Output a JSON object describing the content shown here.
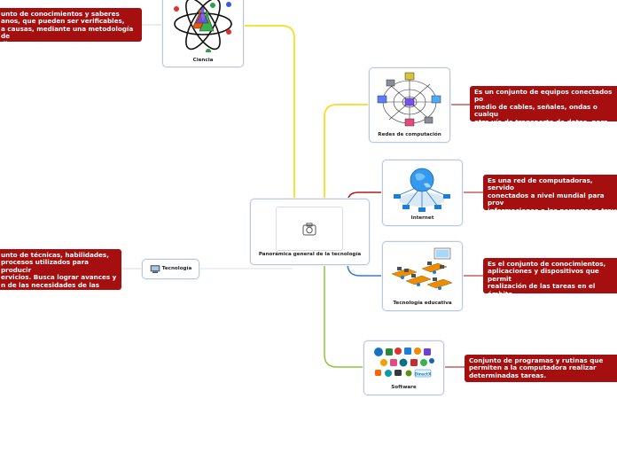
{
  "map": {
    "central": {
      "title": "Panorámica general de la tecnología",
      "icon": "camera-icon"
    },
    "nodes": {
      "ciencia": {
        "label": "Ciencia",
        "icon": "atom-flask-icon"
      },
      "tecnologia": {
        "label": "Tecnología",
        "icon": "computer-icon"
      },
      "redes": {
        "label": "Redes de computación",
        "icon": "network-icon"
      },
      "internet": {
        "label": "Internet",
        "icon": "globe-network-icon"
      },
      "tecno_edu": {
        "label": "Tecnología educativa",
        "icon": "classroom-icon"
      },
      "software": {
        "label": "Software",
        "icon": "app-icons-icon"
      }
    },
    "notes": {
      "ciencia": "unto de conocimientos y saberes\nanos, que pueden ser verificables,\na causas, mediante una metodología de\ndio.",
      "tecnologia": "unto de técnicas, habilidades,\nprocesos utilizados para producir\nervicios. Busca lograr avances y\nn de las necesidades de las",
      "redes": "Es un conjunto de equipos conectados po\nmedio de cables, señales, ondas o cualqu\notra vía  de transporte de datos, para\ncompartir una información.",
      "internet": "Es una red de computadoras, servido\nconectados a nivel mundial para prov\ninformaciones a las personas a travé\nredes.",
      "tecno_edu": "Es el conjunto de conocimientos,\naplicaciones y dispositivos que permit\nrealización de las tareas en el ámbito\neducación.",
      "software": "Conjunto de programas y rutinas que\npermiten a la computadora realizar\ndeterminadas tareas."
    },
    "colors": {
      "note_bg": "#a50f0f",
      "branch_ciencia": "#f2e23a",
      "branch_redes": "#f2e23a",
      "branch_internet": "#b01c1c",
      "branch_tecno_edu": "#3a7fc1",
      "branch_software": "#8cc63f"
    }
  }
}
